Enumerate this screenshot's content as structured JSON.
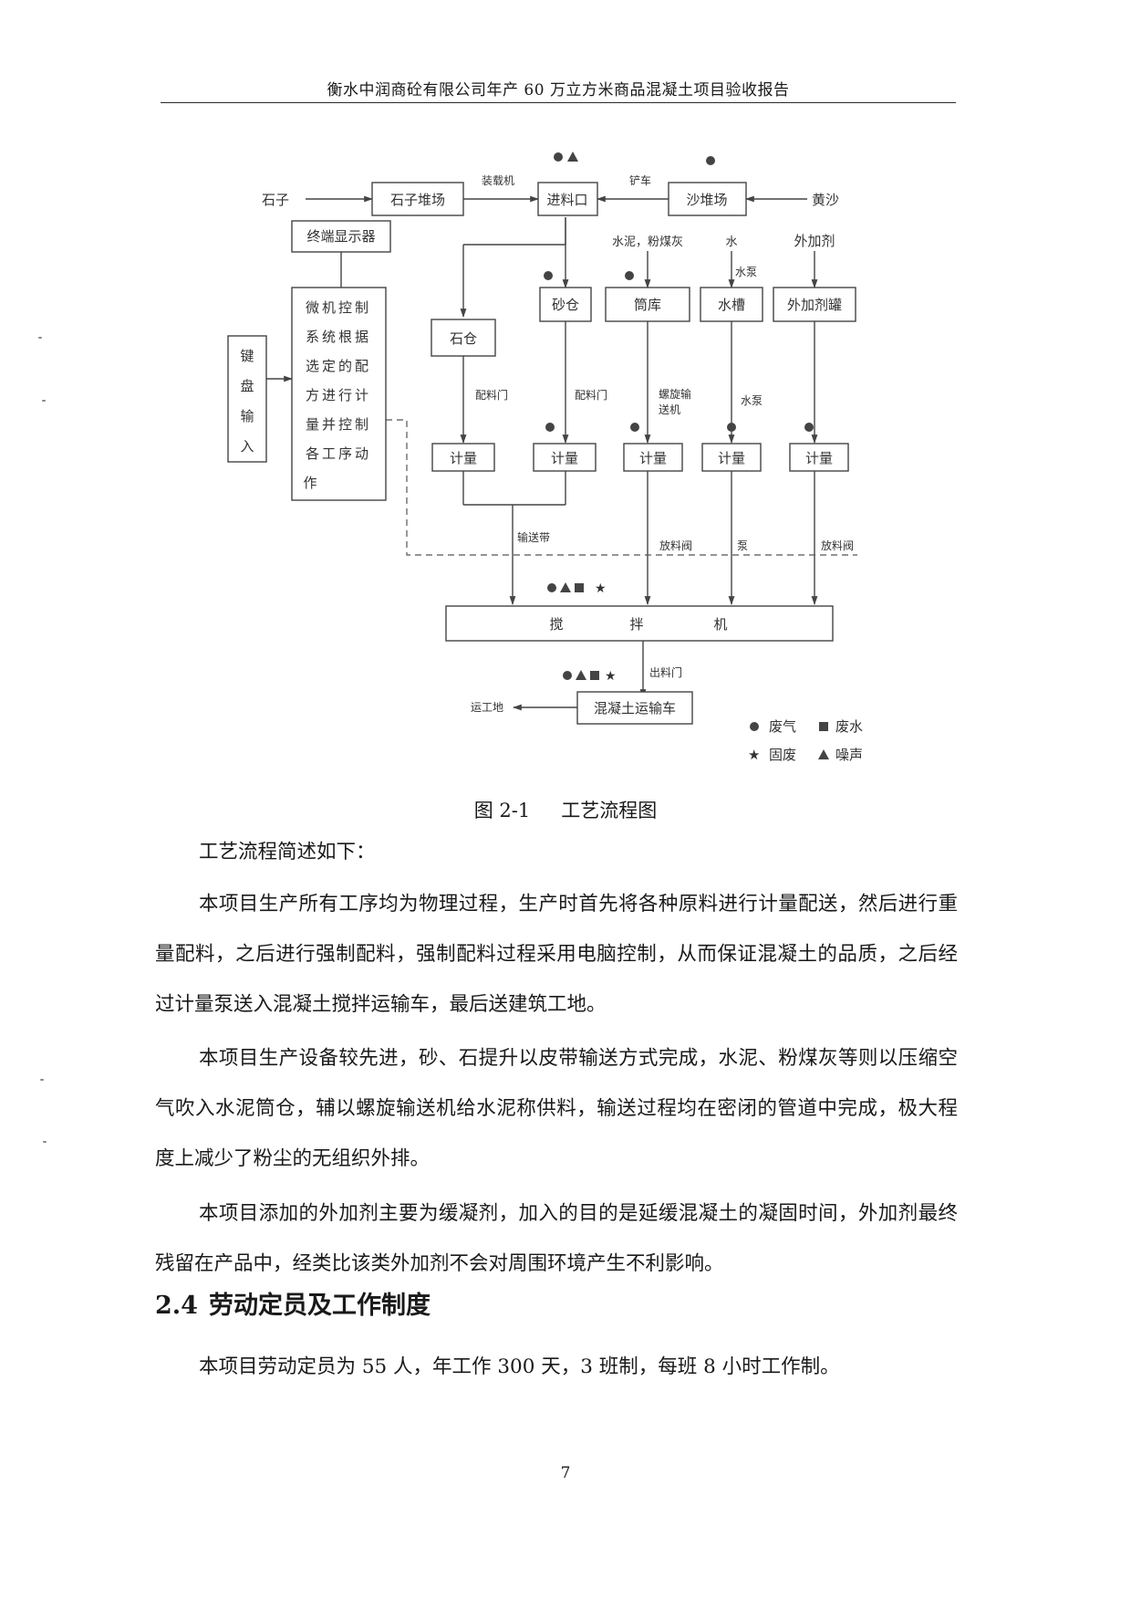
{
  "header": {
    "title": "衡水中润商砼有限公司年产 60 万立方米商品混凝土项目验收报告"
  },
  "figure": {
    "number": "图 2-1",
    "title": "工艺流程图",
    "nodes": {
      "stone_in": "石子",
      "stone_yard": "石子堆场",
      "feed_port": "进料口",
      "sand_yard": "沙堆场",
      "yellow_sand": "黄沙",
      "terminal": "终端显示器",
      "keyboard": [
        "键",
        "盘",
        "输",
        "入"
      ],
      "controller": [
        "微机控制",
        "系统根据",
        "选定的配",
        "方进行计",
        "量并控制",
        "各工序动",
        "作"
      ],
      "stone_bin": "石仓",
      "sand_bin": "砂仓",
      "silo": "筒库",
      "water_tank": "水槽",
      "additive_tank": "外加剂罐",
      "cement_in": "水泥，粉煤灰",
      "water_in": "水",
      "additive_in": "外加剂",
      "measure": "计量",
      "mixer": [
        "搅",
        "拌",
        "机"
      ],
      "truck": "混凝土运输车",
      "to_site": "运工地"
    },
    "edges": {
      "loader": "装载机",
      "forklift": "铲车",
      "water_pump_top": "水泵",
      "batch_gate_1": "配料门",
      "batch_gate_2": "配料门",
      "screw_conveyor": [
        "螺旋输",
        "送机"
      ],
      "water_pump": "水泵",
      "belt": "输送带",
      "discharge_valve_1": "放料阀",
      "pump": "泵",
      "discharge_valve_2": "放料阀",
      "discharge_gate": "出料门"
    },
    "legend": {
      "waste_gas": "废气",
      "waste_water": "废水",
      "solid_waste": "固废",
      "noise": "噪声"
    }
  },
  "body": {
    "intro": "工艺流程简述如下：",
    "p1": "本项目生产所有工序均为物理过程，生产时首先将各种原料进行计量配送，然后进行重量配料，之后进行强制配料，强制配料过程采用电脑控制，从而保证混凝土的品质，之后经过计量泵送入混凝土搅拌运输车，最后送建筑工地。",
    "p2": "本项目生产设备较先进，砂、石提升以皮带输送方式完成，水泥、粉煤灰等则以压缩空气吹入水泥筒仓，辅以螺旋输送机给水泥称供料，输送过程均在密闭的管道中完成，极大程度上减少了粉尘的无组织外排。",
    "p3": "本项目添加的外加剂主要为缓凝剂，加入的目的是延缓混凝土的凝固时间，外加剂最终残留在产品中，经类比该类外加剂不会对周围环境产生不利影响。",
    "section_number": "2.4",
    "section_title": "劳动定员及工作制度",
    "p4": "本项目劳动定员为 55 人，年工作 300 天，3 班制，每班 8 小时工作制。"
  },
  "footer": {
    "page_number": "7"
  }
}
